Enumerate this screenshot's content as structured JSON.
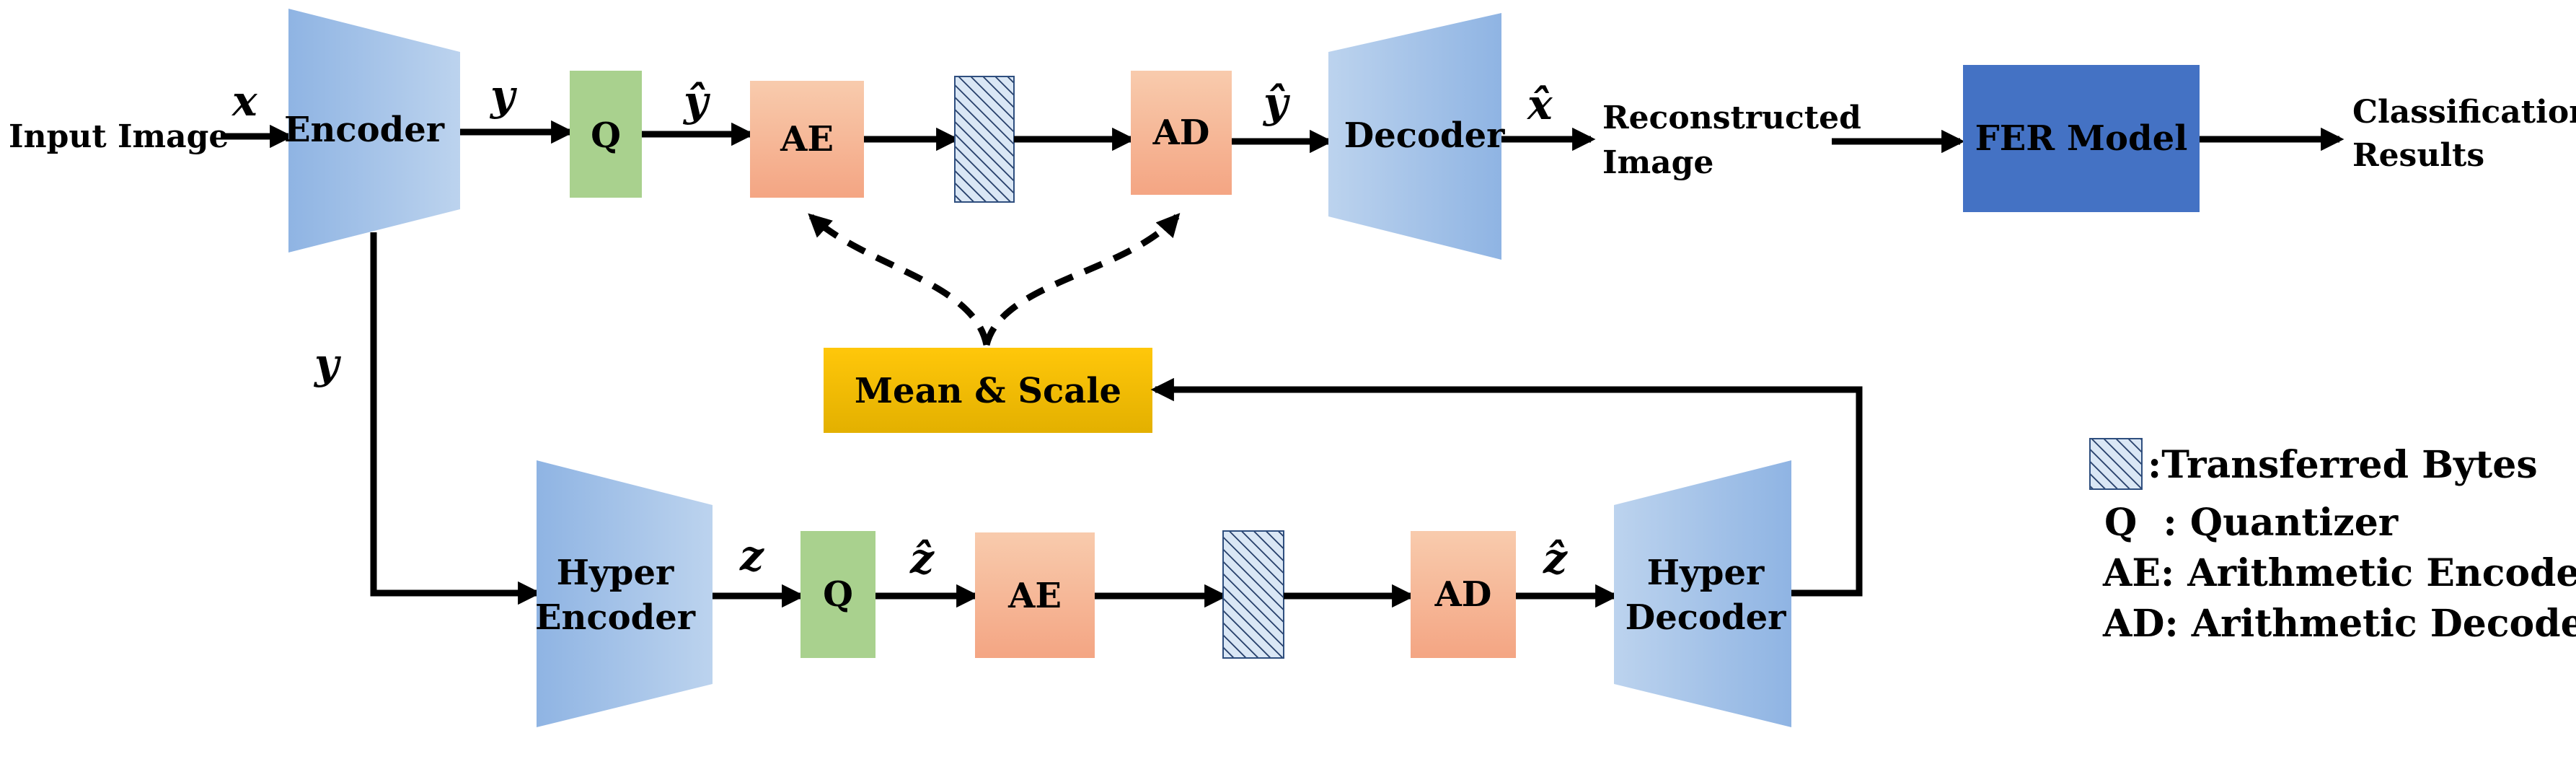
{
  "main": {
    "input_image": "Input Image",
    "encoder": "Encoder",
    "quantizer": "Q",
    "arith_encoder": "AE",
    "arith_decoder": "AD",
    "decoder": "Decoder",
    "reconstructed_line1": "Reconstructed",
    "reconstructed_line2": "Image",
    "fer_model": "FER Model",
    "classification_line1": "Classification",
    "classification_line2": "Results"
  },
  "variables": {
    "x": "x",
    "x_hat": "x̂",
    "y": "y",
    "y_hat": "ŷ",
    "z": "z",
    "z_hat": "ẑ"
  },
  "hyper": {
    "mean_scale": "Mean & Scale",
    "hyper_encoder_line1": "Hyper",
    "hyper_encoder_line2": "Encoder",
    "quantizer": "Q",
    "arith_encoder": "AE",
    "arith_decoder": "AD",
    "hyper_decoder_line1": "Hyper",
    "hyper_decoder_line2": "Decoder"
  },
  "legend": {
    "transferred_bytes": ":Transferred Bytes",
    "q": "Q  : Quantizer",
    "ae": "AE: Arithmetic Encoder",
    "ad": "AD: Arithmetic Decoder"
  },
  "colors": {
    "encoder_blue": "#8fb4e3",
    "quantizer_green": "#a9d18e",
    "codec_salmon": "#f4b183",
    "mean_scale_gold": "#ffc000",
    "fer_blue": "#4472c4"
  }
}
